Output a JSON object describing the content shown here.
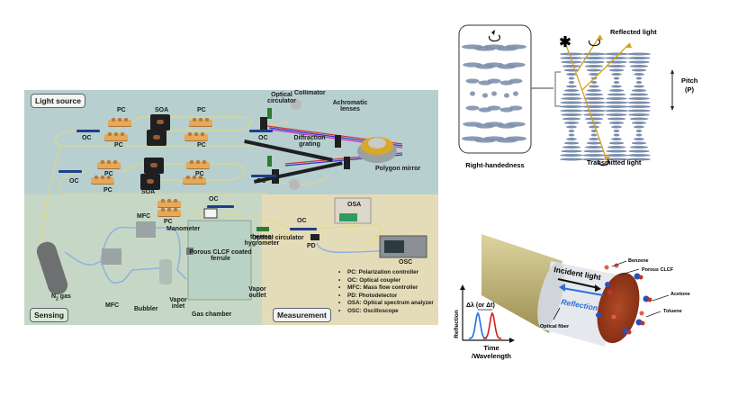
{
  "setup_panel": {
    "sections": {
      "light_source": "Light source",
      "sensing": "Sensing",
      "measurement": "Measurement"
    },
    "light_source_labels": {
      "pc": "PC",
      "soa": "SOA",
      "oc": "OC",
      "optical_circulator": "Optical circulator",
      "collimator": "Collimator",
      "achromatic_lenses": "Achromatic lenses",
      "diffraction_grating": "Diffraction grating",
      "polygon_mirror": "Polygon mirror"
    },
    "sensing_labels": {
      "pc": "PC",
      "oc": "OC",
      "mfc": "MFC",
      "manometer": "Manometer",
      "thermo_hygrometer": "thermo-hygrometer",
      "porous_clcf": "Porous CLCF coated ferrule",
      "n2_gas": "N",
      "n2_subscript": "2",
      "n2_suffix": " gas",
      "bubbler": "Bubbler",
      "vapor_inlet": "Vapor inlet",
      "vapor_outlet": "Vapor outlet",
      "gas_chamber": "Gas chamber"
    },
    "measurement_labels": {
      "optical_circulator": "Optical circulator",
      "oc": "OC",
      "osa": "OSA",
      "pd": "PD",
      "osc": "OSC"
    },
    "abbreviations": [
      "PC: Polarization controller",
      "OC: Optical coupler",
      "MFC: Mass flow controller",
      "PD: Photodetector",
      "OSA: Optical spectrum analyzer",
      "OSC: Oscilloscope"
    ],
    "colors": {
      "light_source_bg": "#b7cfcf",
      "sensing_bg": "#c6d8c5",
      "measurement_bg": "#e4dcb8",
      "fiber": "#e8d877",
      "gas_tube": "#8fb3e0"
    }
  },
  "cholesteric_panel": {
    "handedness_label": "Right-handedness",
    "reflected_label": "Reflected light",
    "transmitted_label": "Transmitted light",
    "pitch_label": "Pitch",
    "pitch_symbol": "(P)",
    "ray_color": "#d6a21e",
    "mesogen_color": "#7d90ad"
  },
  "fiber_panel": {
    "incident_label": "Incident light",
    "reflection_label": "Reflection",
    "optical_fiber_label": "Optical fiber",
    "molecules": [
      "Benzene",
      "Porous CLCF",
      "Acetone",
      "Toluene"
    ],
    "graph": {
      "ylabel": "Reflection",
      "xlabel_line1": "Time",
      "xlabel_line2": "/Wavelength",
      "shift_label": "Δλ (or Δt)",
      "peak_colors": [
        "#1f6fe0",
        "#d41c1c"
      ]
    },
    "colors": {
      "fiber_jacket": "#c6bb7c",
      "cladding": "#e5e8ec",
      "clcf": "#a53a1e",
      "reflection_text": "#2e6fd6"
    }
  }
}
